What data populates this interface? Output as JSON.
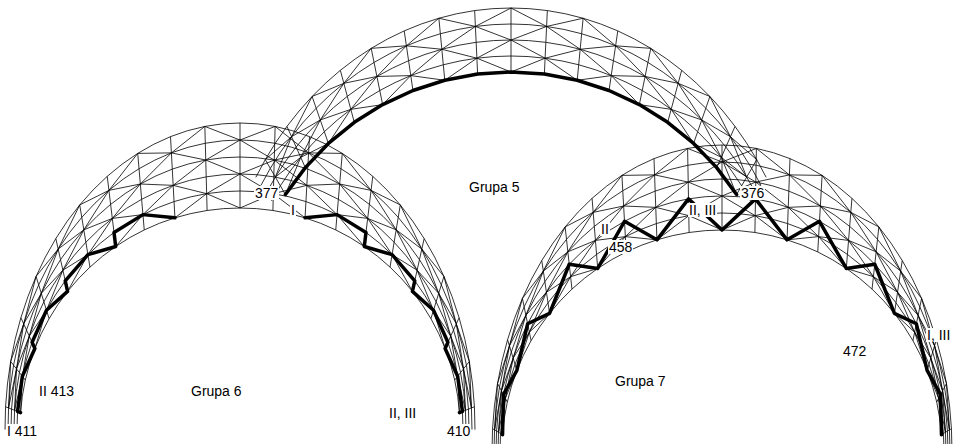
{
  "diagram": {
    "labels": [
      "377",
      "I",
      "Grupa 5",
      "II, III",
      "376",
      "I 411",
      "II 413",
      "Grupa 6",
      "II, III",
      "410",
      "II",
      "458",
      "Grupa 7",
      "472",
      "I, III"
    ]
  }
}
